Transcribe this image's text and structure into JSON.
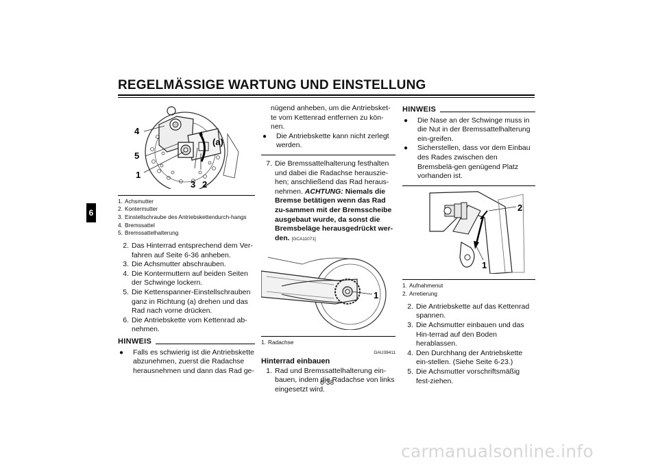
{
  "header": {
    "title": "REGELMÄSSIGE WARTUNG UND EINSTELLUNG",
    "chapter_tab": "6",
    "page_number": "6-38"
  },
  "col1": {
    "figure_labels": {
      "l4": "4",
      "l5": "5",
      "l1": "1",
      "l3": "3",
      "l2": "2",
      "la": "(a)"
    },
    "captions": [
      {
        "num": "1.",
        "text": "Achsmutter"
      },
      {
        "num": "2.",
        "text": "Kontermutter"
      },
      {
        "num": "3.",
        "text": "Einstellschraube des Antriebskettendurch-hangs"
      },
      {
        "num": "4.",
        "text": "Bremssattel"
      },
      {
        "num": "5.",
        "text": "Bremssattelhalterung"
      }
    ],
    "steps": [
      {
        "num": "2.",
        "text": "Das Hinterrad entsprechend dem Ver-fahren auf Seite 6-36 anheben."
      },
      {
        "num": "3.",
        "text": "Die Achsmutter abschrauben."
      },
      {
        "num": "4.",
        "text": "Die Kontermuttern auf beiden Seiten der Schwinge lockern."
      },
      {
        "num": "5.",
        "text": "Die Kettenspanner-Einstellschrauben ganz in Richtung (a) drehen und das Rad nach vorne drücken."
      },
      {
        "num": "6.",
        "text": "Die Antriebskette vom Kettenrad ab-nehmen."
      }
    ],
    "hinweis_title": "HINWEIS",
    "hinweis_bullet": "Falls es schwierig ist die Antriebskette abzunehmen, zuerst die Radachse herausnehmen und dann das Rad ge-"
  },
  "col2": {
    "continuation": "nügend anheben, um die Antriebsket-te vom Kettenrad entfernen zu kön-nen.",
    "bullet": "Die Antriebskette kann nicht zerlegt werden.",
    "step7_num": "7.",
    "step7_text": "Die Bremssattelhalterung festhalten und dabei die Radachse herauszie-hen; anschließend das Rad heraus-nehmen.",
    "achtung_label": "ACHTUNG:",
    "achtung_text": "Niemals die Bremse betätigen wenn das Rad zu-sammen mit der Bremsscheibe ausgebaut wurde, da sonst die Bremsbeläge herausgedrückt wer-den.",
    "achtung_code": "[GCA11071]",
    "figure_label": "1",
    "caption": {
      "num": "1.",
      "text": "Radachse"
    },
    "section_code": "GAU39411",
    "section_title": "Hinterrad einbauen",
    "step1_num": "1.",
    "step1_text": "Rad und Bremssattelhalterung ein-bauen, indem die Radachse von links eingesetzt wird."
  },
  "col3": {
    "hinweis_title": "HINWEIS",
    "bullets": [
      "Die Nase an der Schwinge muss in die Nut in der Bremssattelhalterung ein-greifen.",
      "Sicherstellen, dass vor dem Einbau des Rades zwischen den Bremsbelä-gen genügend Platz vorhanden ist."
    ],
    "figure_labels": {
      "l2": "2",
      "l1": "1"
    },
    "captions": [
      {
        "num": "1.",
        "text": "Aufnahmenut"
      },
      {
        "num": "2.",
        "text": "Arretierung"
      }
    ],
    "steps": [
      {
        "num": "2.",
        "text": "Die Antriebskette auf das Kettenrad spannen."
      },
      {
        "num": "3.",
        "text": "Die Achsmutter einbauen und das Hin-terrad auf den Boden herablassen."
      },
      {
        "num": "4.",
        "text": "Den Durchhang der Antriebskette ein-stellen. (Siehe Seite 6-23.)"
      },
      {
        "num": "5.",
        "text": "Die Achsmutter vorschriftsmäßig fest-ziehen."
      }
    ]
  },
  "watermark": "carmanualsonline.info",
  "icons": {
    "bullet": "●"
  }
}
